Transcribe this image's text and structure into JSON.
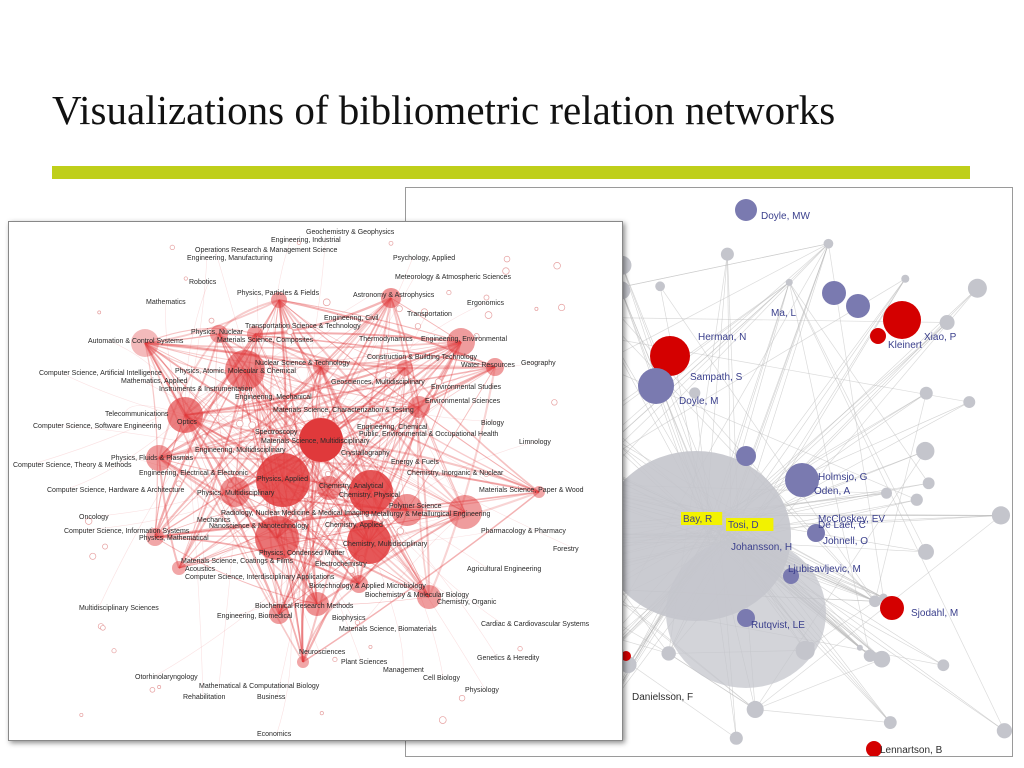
{
  "slide": {
    "title": "Visualizations of bibliometric relation networks"
  },
  "colors": {
    "accent_rule": "#bfcf1a",
    "author_red": "#d40000",
    "author_blue": "#7a7ab0",
    "author_grey": "#c4c5cc",
    "subject_red": "#e0393b"
  },
  "author_network": {
    "labels": [
      "Doyle, MW",
      "Ma, L",
      "Herman, N",
      "Sampath, S",
      "Doyle, M",
      "Xiao, P",
      "Kleinert",
      "Holmsjo, G",
      "Oden, A",
      "Bay, R",
      "Tosi, D",
      "Johansson, H",
      "McCloskey, EV",
      "Johnell, O",
      "De Laet, C",
      "Ljubisavljevic, M",
      "Sjodahl, M",
      "Rutqvist, LE",
      "Danielsson, F",
      "Lennartson, B"
    ]
  },
  "subject_network": {
    "labels": [
      "Geochemistry & Geophysics",
      "Engineering, Industrial",
      "Operations Research & Management Science",
      "Engineering, Manufacturing",
      "Psychology, Applied",
      "Robotics",
      "Meteorology & Atmospheric Sciences",
      "Physics, Particles & Fields",
      "Astronomy & Astrophysics",
      "Mathematics",
      "Ergonomics",
      "Transportation",
      "Engineering, Civil",
      "Physics, Nuclear",
      "Transportation Science & Technology",
      "Automation & Control Systems",
      "Materials Science, Composites",
      "Thermodynamics",
      "Engineering, Environmental",
      "Construction & Building Technology",
      "Nuclear Science & Technology",
      "Water Resources",
      "Geography",
      "Physics, Atomic, Molecular & Chemical",
      "Computer Science, Artificial Intelligence",
      "Mathematics, Applied",
      "Geosciences, Multidisciplinary",
      "Environmental Studies",
      "Instruments & Instrumentation",
      "Engineering, Mechanical",
      "Environmental Sciences",
      "Materials Science, Characterization & Testing",
      "Telecommunications",
      "Optics",
      "Biology",
      "Computer Science, Software Engineering",
      "Engineering, Chemical",
      "Spectroscopy",
      "Public, Environmental & Occupational Health",
      "Materials Science, Multidisciplinary",
      "Limnology",
      "Engineering, Multidisciplinary",
      "Crystallography",
      "Physics, Fluids & Plasmas",
      "Computer Science, Theory & Methods",
      "Energy & Fuels",
      "Engineering, Electrical & Electronic",
      "Chemistry, Inorganic & Nuclear",
      "Physics, Applied",
      "Chemistry, Analytical",
      "Computer Science, Hardware & Architecture",
      "Physics, Multidisciplinary",
      "Chemistry, Physical",
      "Materials Science, Paper & Wood",
      "Polymer Science",
      "Radiology, Nuclear Medicine & Medical Imaging",
      "Metallurgy & Metallurgical Engineering",
      "Oncology",
      "Mechanics",
      "Chemistry, Applied",
      "Nanoscience & Nanotechnology",
      "Pharmacology & Pharmacy",
      "Computer Science, Information Systems",
      "Physics, Mathematical",
      "Chemistry, Multidisciplinary",
      "Forestry",
      "Physics, Condensed Matter",
      "Materials Science, Coatings & Films",
      "Electrochemistry",
      "Acoustics",
      "Agricultural Engineering",
      "Computer Science, Interdisciplinary Applications",
      "Biotechnology & Applied Microbiology",
      "Biochemistry & Molecular Biology",
      "Chemistry, Organic",
      "Multidisciplinary Sciences",
      "Biochemical Research Methods",
      "Engineering, Biomedical",
      "Biophysics",
      "Cardiac & Cardiovascular Systems",
      "Materials Science, Biomaterials",
      "Neurosciences",
      "Genetics & Heredity",
      "Plant Sciences",
      "Management",
      "Otorhinolaryngology",
      "Cell Biology",
      "Mathematical & Computational Biology",
      "Physiology",
      "Rehabilitation",
      "Business",
      "Economics"
    ]
  }
}
